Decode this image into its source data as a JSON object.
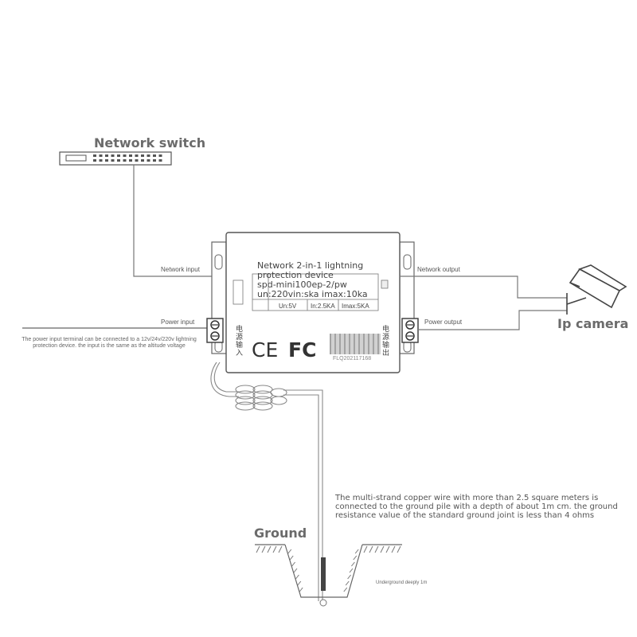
{
  "labels": {
    "network_switch": "Network switch",
    "ip_camera": "Ip camera",
    "ground": "Ground",
    "network_input": "Network input",
    "network_output": "Network output",
    "power_input": "Power input",
    "power_output": "Power output",
    "power_input_note": "The power input terminal can be connected to a 12v/24v/220v lightning protection device. the input is the same as the altitude voltage",
    "ground_note": "The multi-strand copper wire with more than 2.5 square meters is connected to the ground pile with a depth of about 1m cm. the ground resistance value of the standard ground joint is less than 4 ohms",
    "underground_depth": "Underground deeply 1m"
  },
  "device": {
    "title": "Network 2-in-1 lightning protection device",
    "model": "spd-mini100ep-2/pw",
    "ratings": "un:220vin:ska imax:10ka",
    "cells": [
      "Un:5V",
      "In:2.5KA",
      "Imax:5KA"
    ],
    "left_chinese": "电源输入",
    "right_chinese": "电源输出",
    "ce_mark": "CE",
    "fc_mark": "FC",
    "serial": "FLQ202117168"
  }
}
